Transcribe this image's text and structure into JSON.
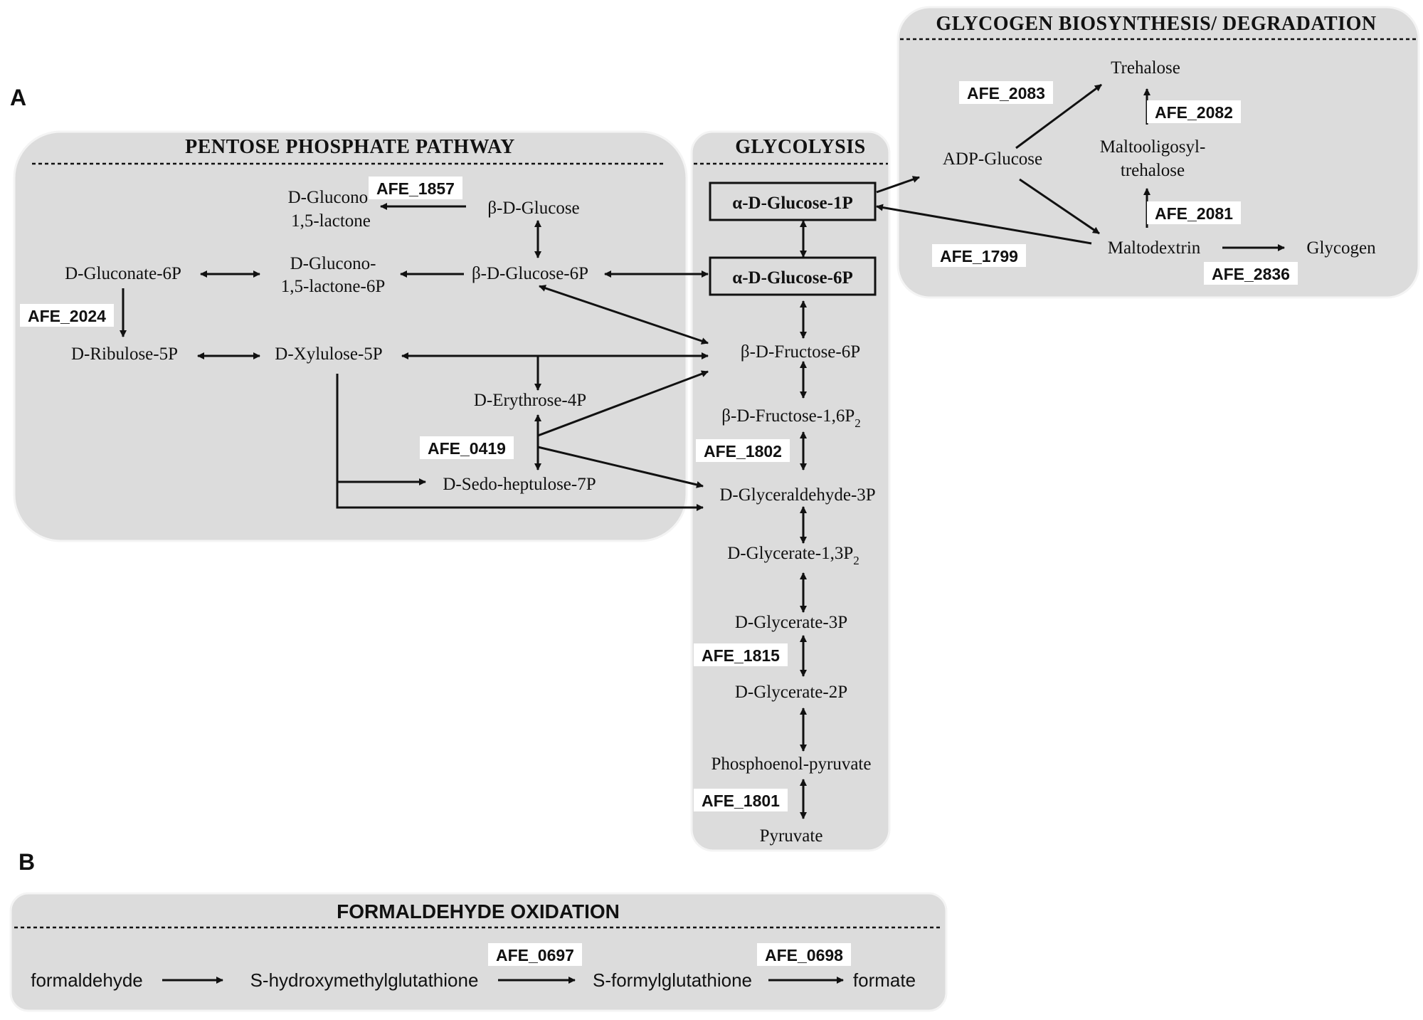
{
  "panels": {
    "a": "A",
    "b": "B"
  },
  "sections": {
    "pentose": "PENTOSE PHOSPHATE PATHWAY",
    "glycolysis": "GLYCOLYSIS",
    "glycogen": "GLYCOGEN BIOSYNTHESIS/ DEGRADATION",
    "formaldehyde": "FORMALDEHYDE OXIDATION"
  },
  "metabolites": {
    "d_glucono_lactone_l1": "D-Glucono-",
    "d_glucono_lactone_l2": "1,5-lactone",
    "beta_d_glucose": "β-D-Glucose",
    "d_gluconate_6p": "D-Gluconate-6P",
    "d_glucono_lactone_6p_l1": "D-Glucono-",
    "d_glucono_lactone_6p_l2": "1,5-lactone-6P",
    "beta_d_glucose_6p": "β-D-Glucose-6P",
    "d_ribulose_5p": "D-Ribulose-5P",
    "d_xylulose_5p": "D-Xylulose-5P",
    "d_erythrose_4p": "D-Erythrose-4P",
    "d_sedoheptulose_7p": "D-Sedo-heptulose-7P",
    "alpha_d_glucose_1p": "α-D-Glucose-1P",
    "alpha_d_glucose_6p": "α-D-Glucose-6P",
    "beta_d_fructose_6p": "β-D-Fructose-6P",
    "beta_d_fructose_16p2": "β-D-Fructose-1,6P",
    "beta_d_fructose_16p2_sub": "2",
    "d_glyceraldehyde_3p": "D-Glyceraldehyde-3P",
    "d_glycerate_13p2": "D-Glycerate-1,3P",
    "d_glycerate_13p2_sub": "2",
    "d_glycerate_3p": "D-Glycerate-3P",
    "d_glycerate_2p": "D-Glycerate-2P",
    "phosphoenol_pyruvate": "Phosphoenol-pyruvate",
    "pyruvate": "Pyruvate",
    "adp_glucose": "ADP-Glucose",
    "trehalose": "Trehalose",
    "maltooligosyl_l1": "Maltooligosyl-",
    "maltooligosyl_l2": "trehalose",
    "maltodextrin": "Maltodextrin",
    "glycogen": "Glycogen",
    "formaldehyde": "formaldehyde",
    "s_hydroxymethylglutathione": "S-hydroxymethylglutathione",
    "s_formylglutathione": "S-formylglutathione",
    "formate": "formate"
  },
  "enzymes": {
    "afe_1857": "AFE_1857",
    "afe_2024": "AFE_2024",
    "afe_0419": "AFE_0419",
    "afe_1802": "AFE_1802",
    "afe_1815": "AFE_1815",
    "afe_1801": "AFE_1801",
    "afe_2083": "AFE_2083",
    "afe_2082": "AFE_2082",
    "afe_2081": "AFE_2081",
    "afe_1799": "AFE_1799",
    "afe_2836": "AFE_2836",
    "afe_0697": "AFE_0697",
    "afe_0698": "AFE_0698"
  }
}
